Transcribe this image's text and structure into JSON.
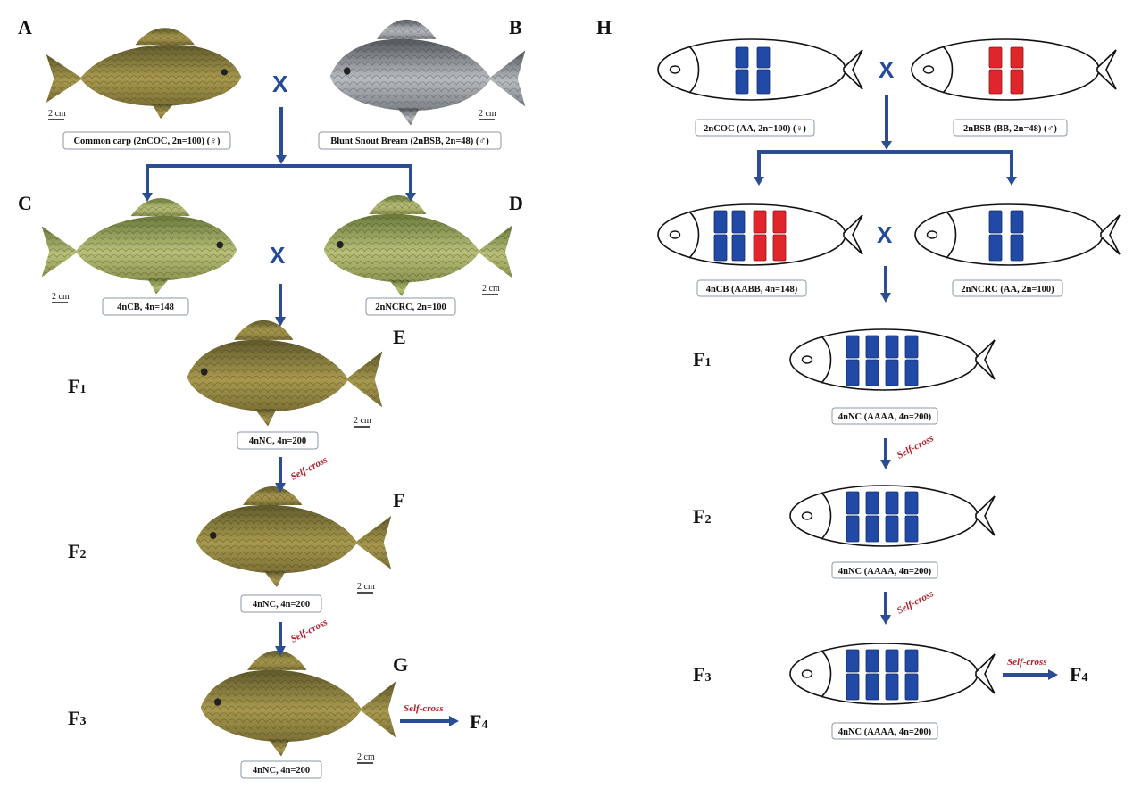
{
  "panels": {
    "A": "A",
    "B": "B",
    "C": "C",
    "D": "D",
    "E": "E",
    "F": "F",
    "G": "G",
    "H": "H"
  },
  "generations": {
    "f1": "F",
    "f2": "F",
    "f3": "F",
    "f4": "F",
    "n1": "1",
    "n2": "2",
    "n3": "3",
    "n4": "4"
  },
  "left": {
    "label_a": "Common carp (2nCOC, 2n=100) (♀)",
    "label_b": "Blunt Snout Bream (2nBSB, 2n=48) (♂)",
    "label_c": "4nCB, 4n=148",
    "label_d": "2nNCRC, 2n=100",
    "label_e": "4nNC, 4n=200",
    "label_f": "4nNC, 4n=200",
    "label_g": "4nNC, 4n=200",
    "scale": "2 cm"
  },
  "right": {
    "label_coc": "2nCOC (AA, 2n=100) (♀)",
    "label_bsb": "2nBSB (BB, 2n=48) (♂)",
    "label_cb": "4nCB (AABB, 4n=148)",
    "label_ncrc": "2nNCRC (AA, 2n=100)",
    "label_f1": "4nNC (AAAA, 4n=200)",
    "label_f2": "4nNC (AAAA, 4n=200)",
    "label_f3": "4nNC (AAAA, 4n=200)"
  },
  "self_cross": "Self-cross",
  "cross_symbol": "X",
  "colors": {
    "genome_A": "#2149a6",
    "genome_B": "#e0262b",
    "arrow": "#2b4d94",
    "self_cross_text": "#b0202a"
  }
}
